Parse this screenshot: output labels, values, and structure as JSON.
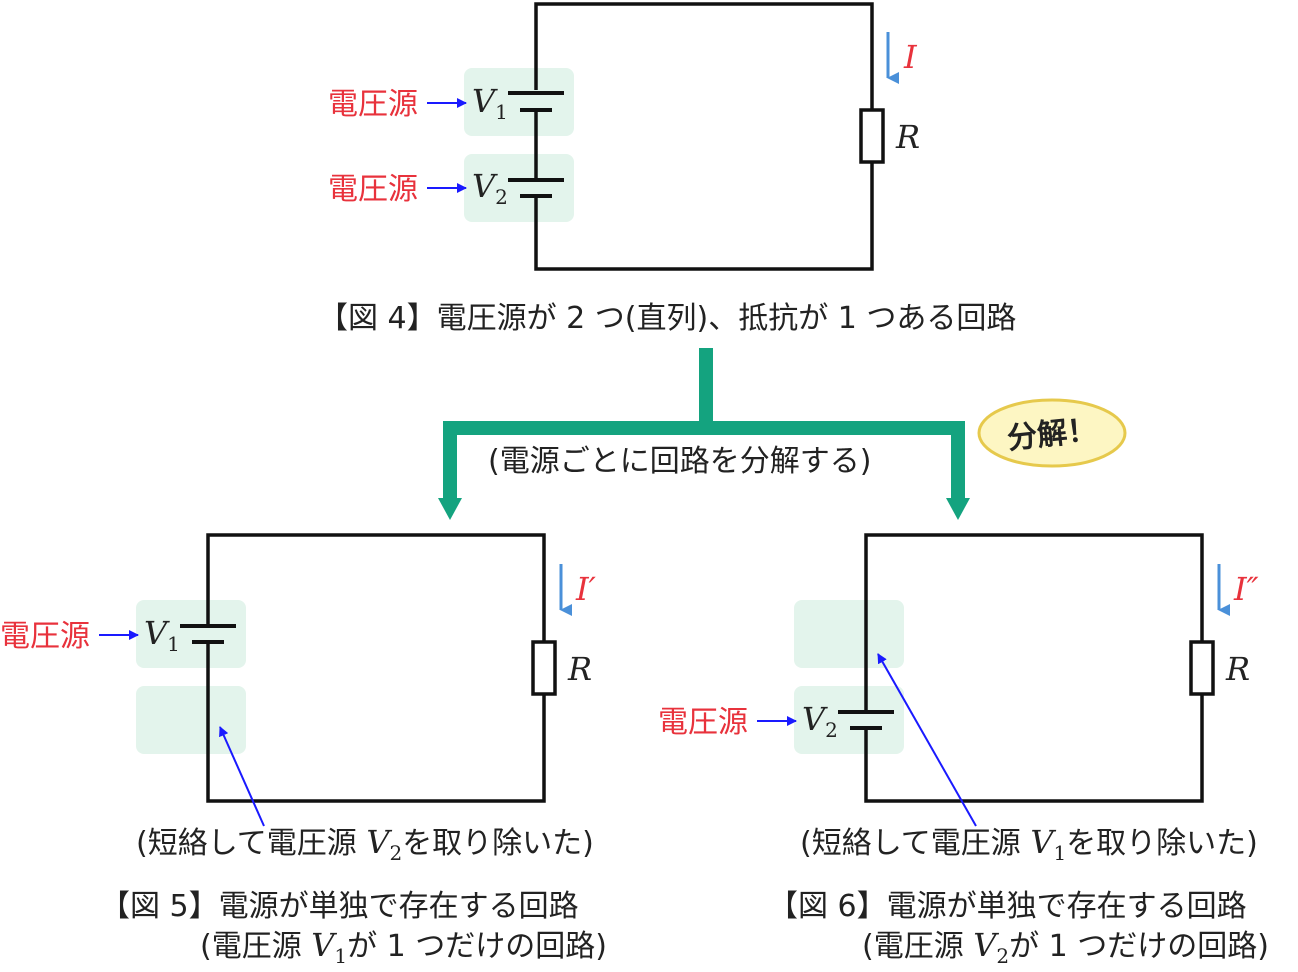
{
  "fig4": {
    "caption": "【図 4】電圧源が 2 つ(直列)、抵抗が 1 つある回路",
    "source1_label": "電圧源",
    "source2_label": "電圧源",
    "v1": "V",
    "v1_sub": "1",
    "v2": "V",
    "v2_sub": "2",
    "current": "I",
    "resistor": "R"
  },
  "split": {
    "note": "(電源ごとに回路を分解する)",
    "badge": "分解！"
  },
  "fig5": {
    "source_label": "電圧源",
    "v": "V",
    "v_sub": "1",
    "current": "I′",
    "resistor": "R",
    "note_pre": "(短絡して電圧源 ",
    "note_var": "V",
    "note_sub": "2",
    "note_post": "を取り除いた)",
    "caption_line1": "【図 5】電源が単独で存在する回路",
    "caption_line2_pre": "(電圧源 ",
    "caption_line2_var": "V",
    "caption_line2_sub": "1",
    "caption_line2_post": "が 1 つだけの回路)"
  },
  "fig6": {
    "source_label": "電圧源",
    "v": "V",
    "v_sub": "2",
    "current": "I″",
    "resistor": "R",
    "note_pre": "(短絡して電圧源 ",
    "note_var": "V",
    "note_sub": "1",
    "note_post": "を取り除いた)",
    "caption_line1": "【図 6】電源が単独で存在する回路",
    "caption_line2_pre": "(電圧源 ",
    "caption_line2_var": "V",
    "caption_line2_sub": "2",
    "caption_line2_post": "が 1 つだけの回路)"
  },
  "colors": {
    "wire": "#111111",
    "source_label": "#e8323c",
    "current_arrow": "#4a90d9",
    "pointer_arrow": "#1a1aff",
    "split_arrow": "#14a37f",
    "highlight": "#e3f4ec",
    "badge_fill": "#fdf6c3",
    "badge_stroke": "#e6c94c"
  }
}
